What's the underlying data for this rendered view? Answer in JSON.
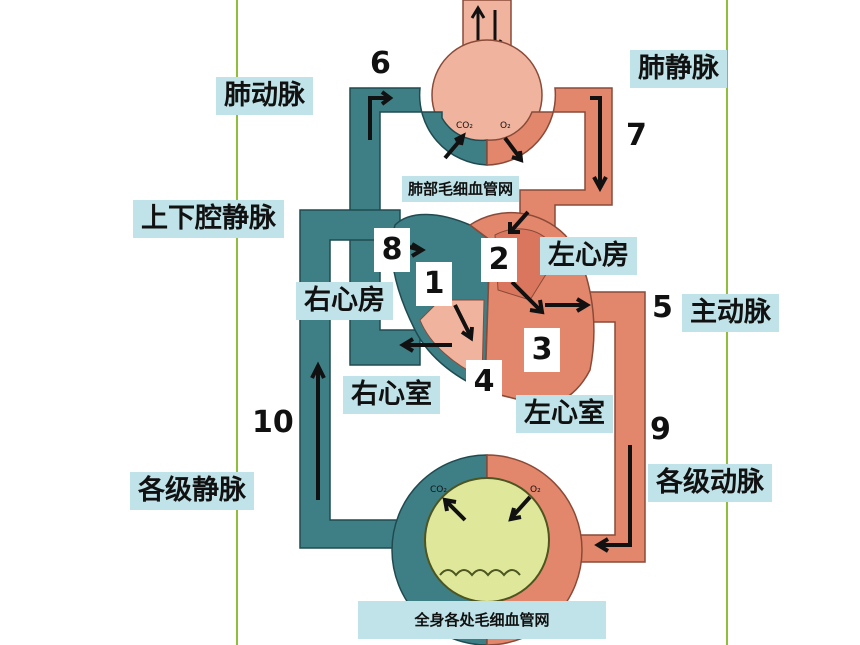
{
  "labels": {
    "pulmonary_artery": "肺动脉",
    "pulmonary_vein": "肺静脉",
    "vena_cava": "上下腔静脉",
    "right_atrium": "右心房",
    "left_atrium": "左心房",
    "aorta": "主动脉",
    "right_ventricle": "右心室",
    "left_ventricle": "左心室",
    "systemic_veins": "各级静脉",
    "systemic_arteries": "各级动脉",
    "lung_capillaries": "肺部毛细血管网",
    "body_capillaries": "全身各处毛细血管网"
  },
  "numbers": {
    "n1": "1",
    "n2": "2",
    "n3": "3",
    "n4": "4",
    "n5": "5",
    "n6": "6",
    "n7": "7",
    "n8": "8",
    "n9": "9",
    "n10": "10"
  },
  "gas_labels": {
    "lung_co2": "CO₂",
    "lung_o2": "O₂",
    "body_co2": "CO₂",
    "body_o2": "O₂"
  },
  "colors": {
    "venous": "#3e7f86",
    "arterial": "#e3876c",
    "lung_fill": "#f0b49e",
    "tissue_fill": "#dfe79a",
    "label_bg": "#bfe3e8",
    "guide_line": "#8fbf3a"
  }
}
